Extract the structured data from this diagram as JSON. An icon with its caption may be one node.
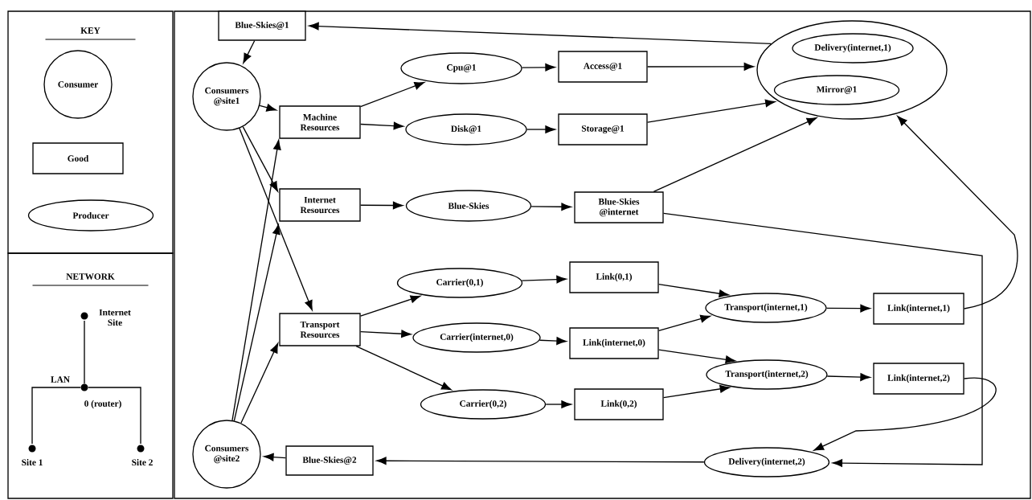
{
  "diagram": {
    "nodes": [
      {
        "text": [
          "KEY"
        ]
      },
      {
        "text": [
          "Consumer"
        ],
        "in": 0
      },
      {
        "text": [
          "Good"
        ],
        "in": 0
      },
      {
        "text": [
          "Producer"
        ],
        "in": 0
      },
      {
        "text": [
          "NETWORK"
        ]
      },
      {
        "text": [],
        "shape": "circle",
        "beside": [
          "Internet Site"
        ],
        "in": 4
      },
      {
        "text": [],
        "shape": "circle",
        "beside": [
          "0 (router)"
        ],
        "in": 4
      },
      {
        "text": [],
        "shape": "circle",
        "beside": [
          "Site 1"
        ],
        "in": 4
      },
      {
        "text": [],
        "shape": "circle",
        "beside": [
          "Site 2"
        ],
        "in": 4
      },
      {
        "text": [
          "Blue-Skies@1"
        ]
      },
      {
        "text": [
          "Consumers @site1"
        ]
      },
      {
        "text": [
          "Machine Resources"
        ]
      },
      {
        "text": [
          "Internet Resources"
        ]
      },
      {
        "text": [
          "Transport Resources"
        ]
      },
      {
        "text": [
          "Consumers @site2"
        ]
      },
      {
        "text": [
          "Blue-Skies@2"
        ]
      },
      {
        "text": [
          "Cpu@1"
        ]
      },
      {
        "text": [
          "Disk@1"
        ]
      },
      {
        "text": [
          "Blue-Skies"
        ]
      },
      {
        "text": [
          "Access@1"
        ]
      },
      {
        "text": [
          "Storage@1"
        ]
      },
      {
        "text": [
          "Blue-Skies @internet"
        ]
      },
      {
        "text": [],
        "shape": "ellipse"
      },
      {
        "text": [
          "Delivery(internet,1)"
        ],
        "in": 22
      },
      {
        "text": [
          "Mirror@1"
        ],
        "in": 22
      },
      {
        "text": [
          "Carrier(0,1)"
        ]
      },
      {
        "text": [
          "Carrier(internet,0)"
        ]
      },
      {
        "text": [
          "Carrier(0,2)"
        ]
      },
      {
        "text": [
          "Link(0,1)"
        ]
      },
      {
        "text": [
          "Link(internet,0)"
        ]
      },
      {
        "text": [
          "Link(0,2)"
        ]
      },
      {
        "text": [
          "Transport(internet,1)"
        ]
      },
      {
        "text": [
          "Transport(internet,2)"
        ]
      },
      {
        "text": [
          "Link(internet,1)"
        ]
      },
      {
        "text": [
          "Link(internet,2)"
        ]
      },
      {
        "text": [
          "Delivery(internet,2)"
        ]
      }
    ],
    "edges": [
      {
        "from": 22,
        "to": 9,
        "arrow": "to"
      },
      {
        "from": 9,
        "to": 10,
        "arrow": "to"
      },
      {
        "from": 10,
        "to": 11,
        "arrow": "to"
      },
      {
        "from": 10,
        "to": 12,
        "arrow": "to"
      },
      {
        "from": 10,
        "to": 13,
        "arrow": "to"
      },
      {
        "from": 14,
        "to": 11,
        "arrow": "to"
      },
      {
        "from": 14,
        "to": 12,
        "arrow": "to"
      },
      {
        "from": 14,
        "to": 13,
        "arrow": "to"
      },
      {
        "from": 15,
        "to": 14,
        "arrow": "to"
      },
      {
        "from": 11,
        "to": 16,
        "arrow": "to"
      },
      {
        "from": 11,
        "to": 17,
        "arrow": "to"
      },
      {
        "from": 12,
        "to": 18,
        "arrow": "to"
      },
      {
        "from": 13,
        "to": 25,
        "arrow": "to"
      },
      {
        "from": 13,
        "to": 26,
        "arrow": "to"
      },
      {
        "from": 13,
        "to": 27,
        "arrow": "to"
      },
      {
        "from": 16,
        "to": 19,
        "arrow": "to"
      },
      {
        "from": 17,
        "to": 20,
        "arrow": "to"
      },
      {
        "from": 18,
        "to": 21,
        "arrow": "to"
      },
      {
        "from": 19,
        "to": 22,
        "arrow": "to"
      },
      {
        "from": 20,
        "to": 22,
        "arrow": "to"
      },
      {
        "from": 21,
        "to": 22,
        "arrow": "to"
      },
      {
        "from": 21,
        "to": 35,
        "arrow": "to"
      },
      {
        "from": 25,
        "to": 28,
        "arrow": "to"
      },
      {
        "from": 26,
        "to": 29,
        "arrow": "to"
      },
      {
        "from": 27,
        "to": 30,
        "arrow": "to"
      },
      {
        "from": 28,
        "to": 31,
        "arrow": "to"
      },
      {
        "from": 29,
        "to": 31,
        "arrow": "to"
      },
      {
        "from": 29,
        "to": 32,
        "arrow": "to"
      },
      {
        "from": 30,
        "to": 32,
        "arrow": "to"
      },
      {
        "from": 31,
        "to": 33,
        "arrow": "to"
      },
      {
        "from": 32,
        "to": 34,
        "arrow": "to"
      },
      {
        "from": 33,
        "to": 22,
        "arrow": "to"
      },
      {
        "from": 34,
        "to": 35,
        "arrow": "to"
      },
      {
        "from": 35,
        "to": 15,
        "arrow": "to"
      },
      {
        "from": 6,
        "to": 5,
        "arrow": "none"
      },
      {
        "from": 6,
        "to": 7,
        "arrow": "none"
      },
      {
        "from": 6,
        "to": 8,
        "arrow": "none"
      }
    ],
    "labels": [
      "LAN"
    ]
  }
}
